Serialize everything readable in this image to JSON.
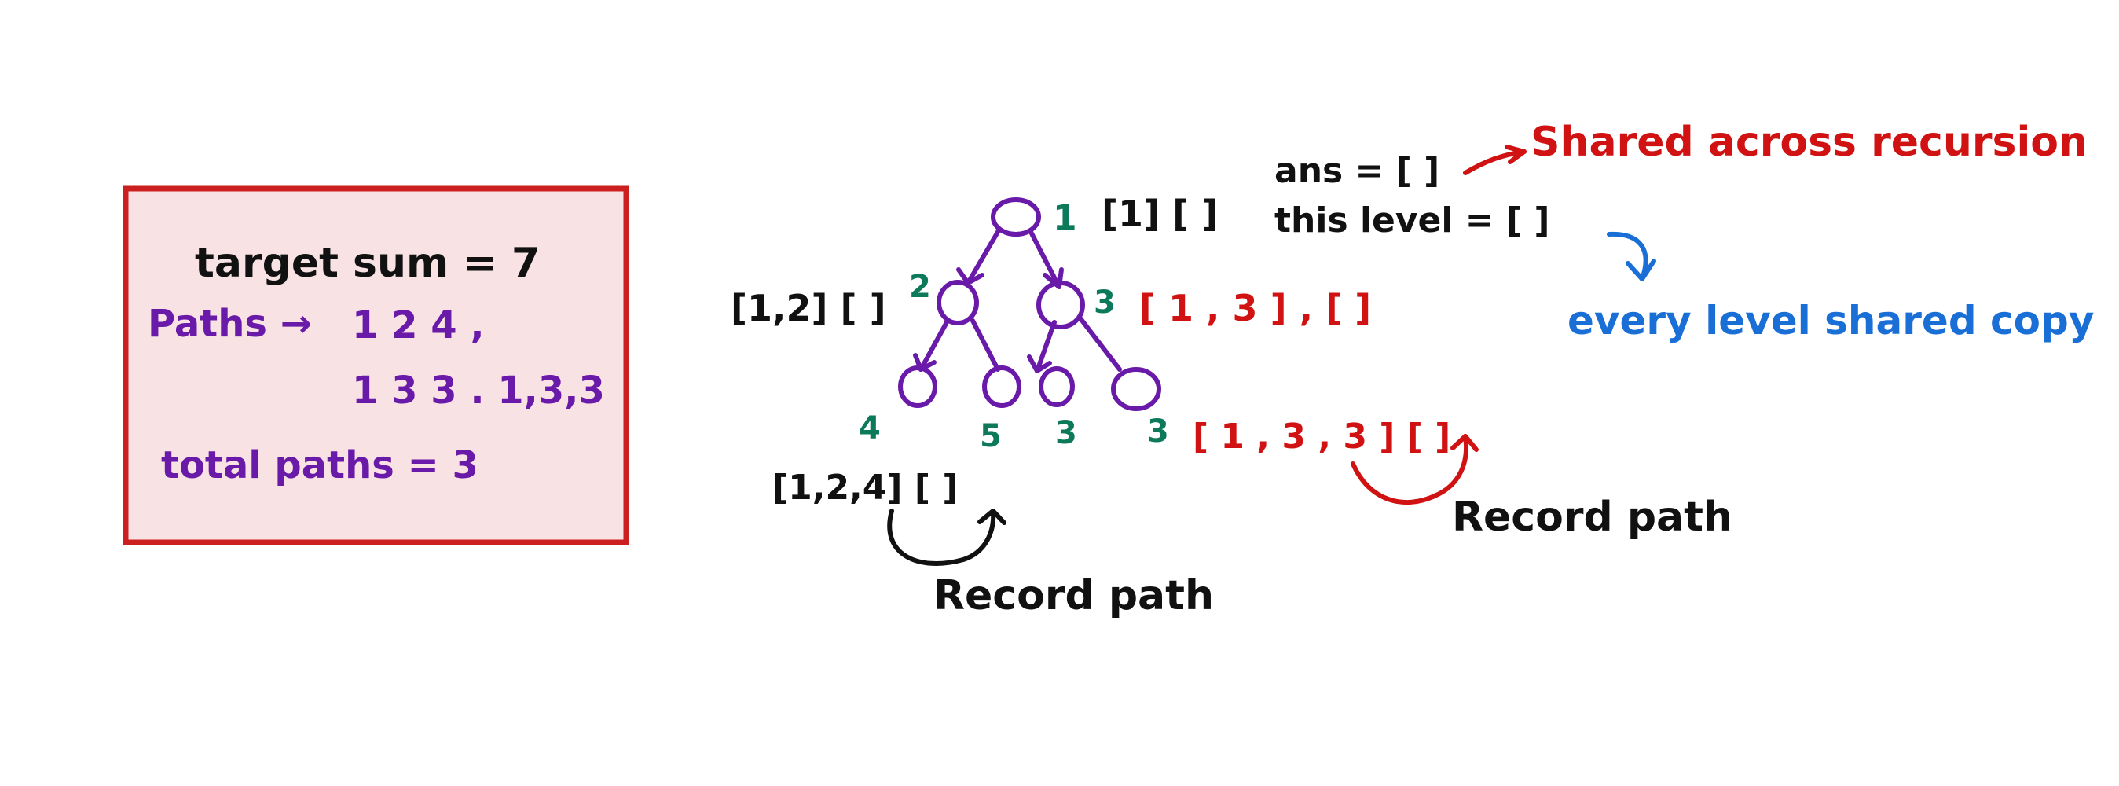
{
  "summary": {
    "target_line": "target sum = 7",
    "paths_label": "Paths →",
    "paths_line1": "1 2 4 ,",
    "paths_line2": "1 3 3 . 1,3,3",
    "total_line": "total paths = 3"
  },
  "tree": {
    "root": {
      "value": "1",
      "state": "[1] [ ]"
    },
    "left": {
      "value": "2",
      "state": "[1,2] [ ]"
    },
    "right": {
      "value": "3",
      "state": "[ 1 , 3 ] , [ ]"
    },
    "leaves": [
      {
        "value": "4"
      },
      {
        "value": "5"
      },
      {
        "value": "3"
      },
      {
        "value": "3"
      }
    ],
    "leaf_path_left": "[1,2,4] [ ]",
    "leaf_path_right": "[ 1 , 3 , 3 ] [ ]",
    "record_left": "Record path",
    "record_right": "Record path"
  },
  "legend": {
    "ans_line": "ans = [ ]",
    "this_level_line": "this level = [ ]",
    "shared_across": "Shared across recursion",
    "every_level": "every level shared copy"
  },
  "colors": {
    "box_fill": "#f8e2e4",
    "box_border": "#cc1f1f",
    "purple": "#6a1aa8",
    "green": "#0c7a5a",
    "red": "#d01212",
    "blue": "#1a6fd6",
    "black": "#111111"
  }
}
